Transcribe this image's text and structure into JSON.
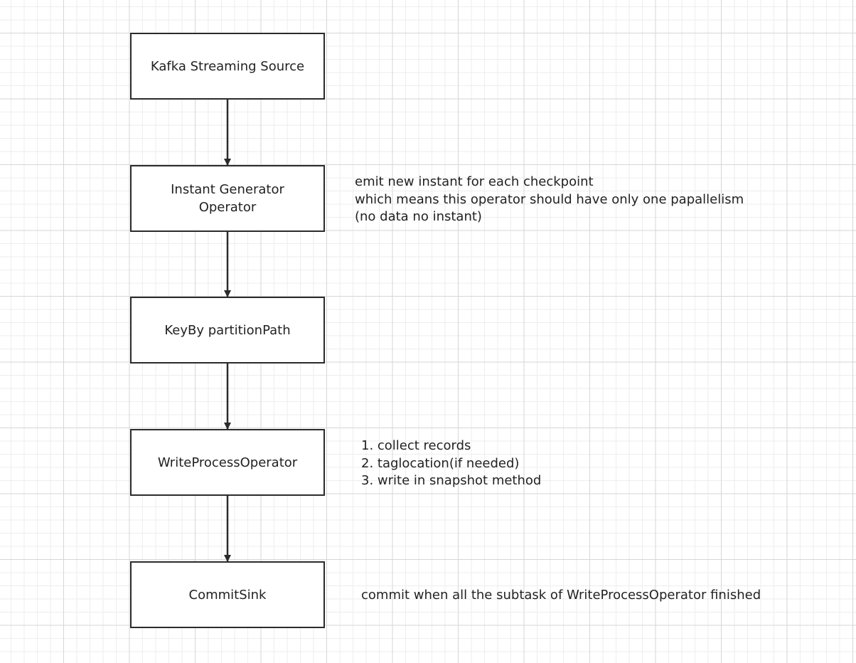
{
  "nodes": [
    {
      "label": "Kafka Streaming Source"
    },
    {
      "label": "Instant Generator\nOperator"
    },
    {
      "label": "KeyBy partitionPath"
    },
    {
      "label": "WriteProcessOperator"
    },
    {
      "label": "CommitSink"
    }
  ],
  "notes": [
    {
      "lines": [
        "emit new instant for each checkpoint",
        "which means this operator should have only one papallelism",
        "(no data no instant)"
      ]
    },
    {
      "lines": [
        "1. collect records",
        "2. taglocation(if needed)",
        "3. write in snapshot method"
      ]
    },
    {
      "lines": [
        "commit when all the subtask of WriteProcessOperator finished"
      ]
    }
  ],
  "edges": [
    {
      "from": 0,
      "to": 1
    },
    {
      "from": 1,
      "to": 2
    },
    {
      "from": 2,
      "to": 3
    },
    {
      "from": 3,
      "to": 4
    }
  ]
}
